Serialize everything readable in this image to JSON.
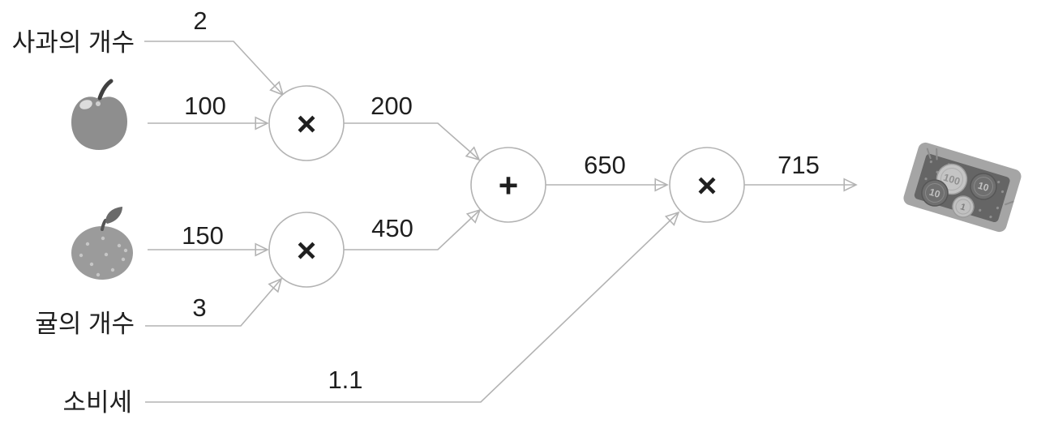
{
  "colors": {
    "line": "#b3b3b3",
    "text": "#1f1f1f"
  },
  "labels": {
    "apple_count": "사과의 개수",
    "orange_count": "귤의 개수",
    "tax": "소비세"
  },
  "values": {
    "apple_count": "2",
    "apple_price": "100",
    "apple_total": "200",
    "orange_price": "150",
    "orange_count": "3",
    "orange_total": "450",
    "subtotal": "650",
    "tax_rate": "1.1",
    "total": "715"
  },
  "nodes": {
    "apple_multiply": "×",
    "orange_multiply": "×",
    "add": "+",
    "tax_multiply": "×"
  },
  "icons": {
    "apple": "apple-illustration",
    "orange": "orange-illustration",
    "money": "money-tray-illustration"
  },
  "money_tray": {
    "coins": [
      "100",
      "10",
      "10",
      "1"
    ]
  }
}
